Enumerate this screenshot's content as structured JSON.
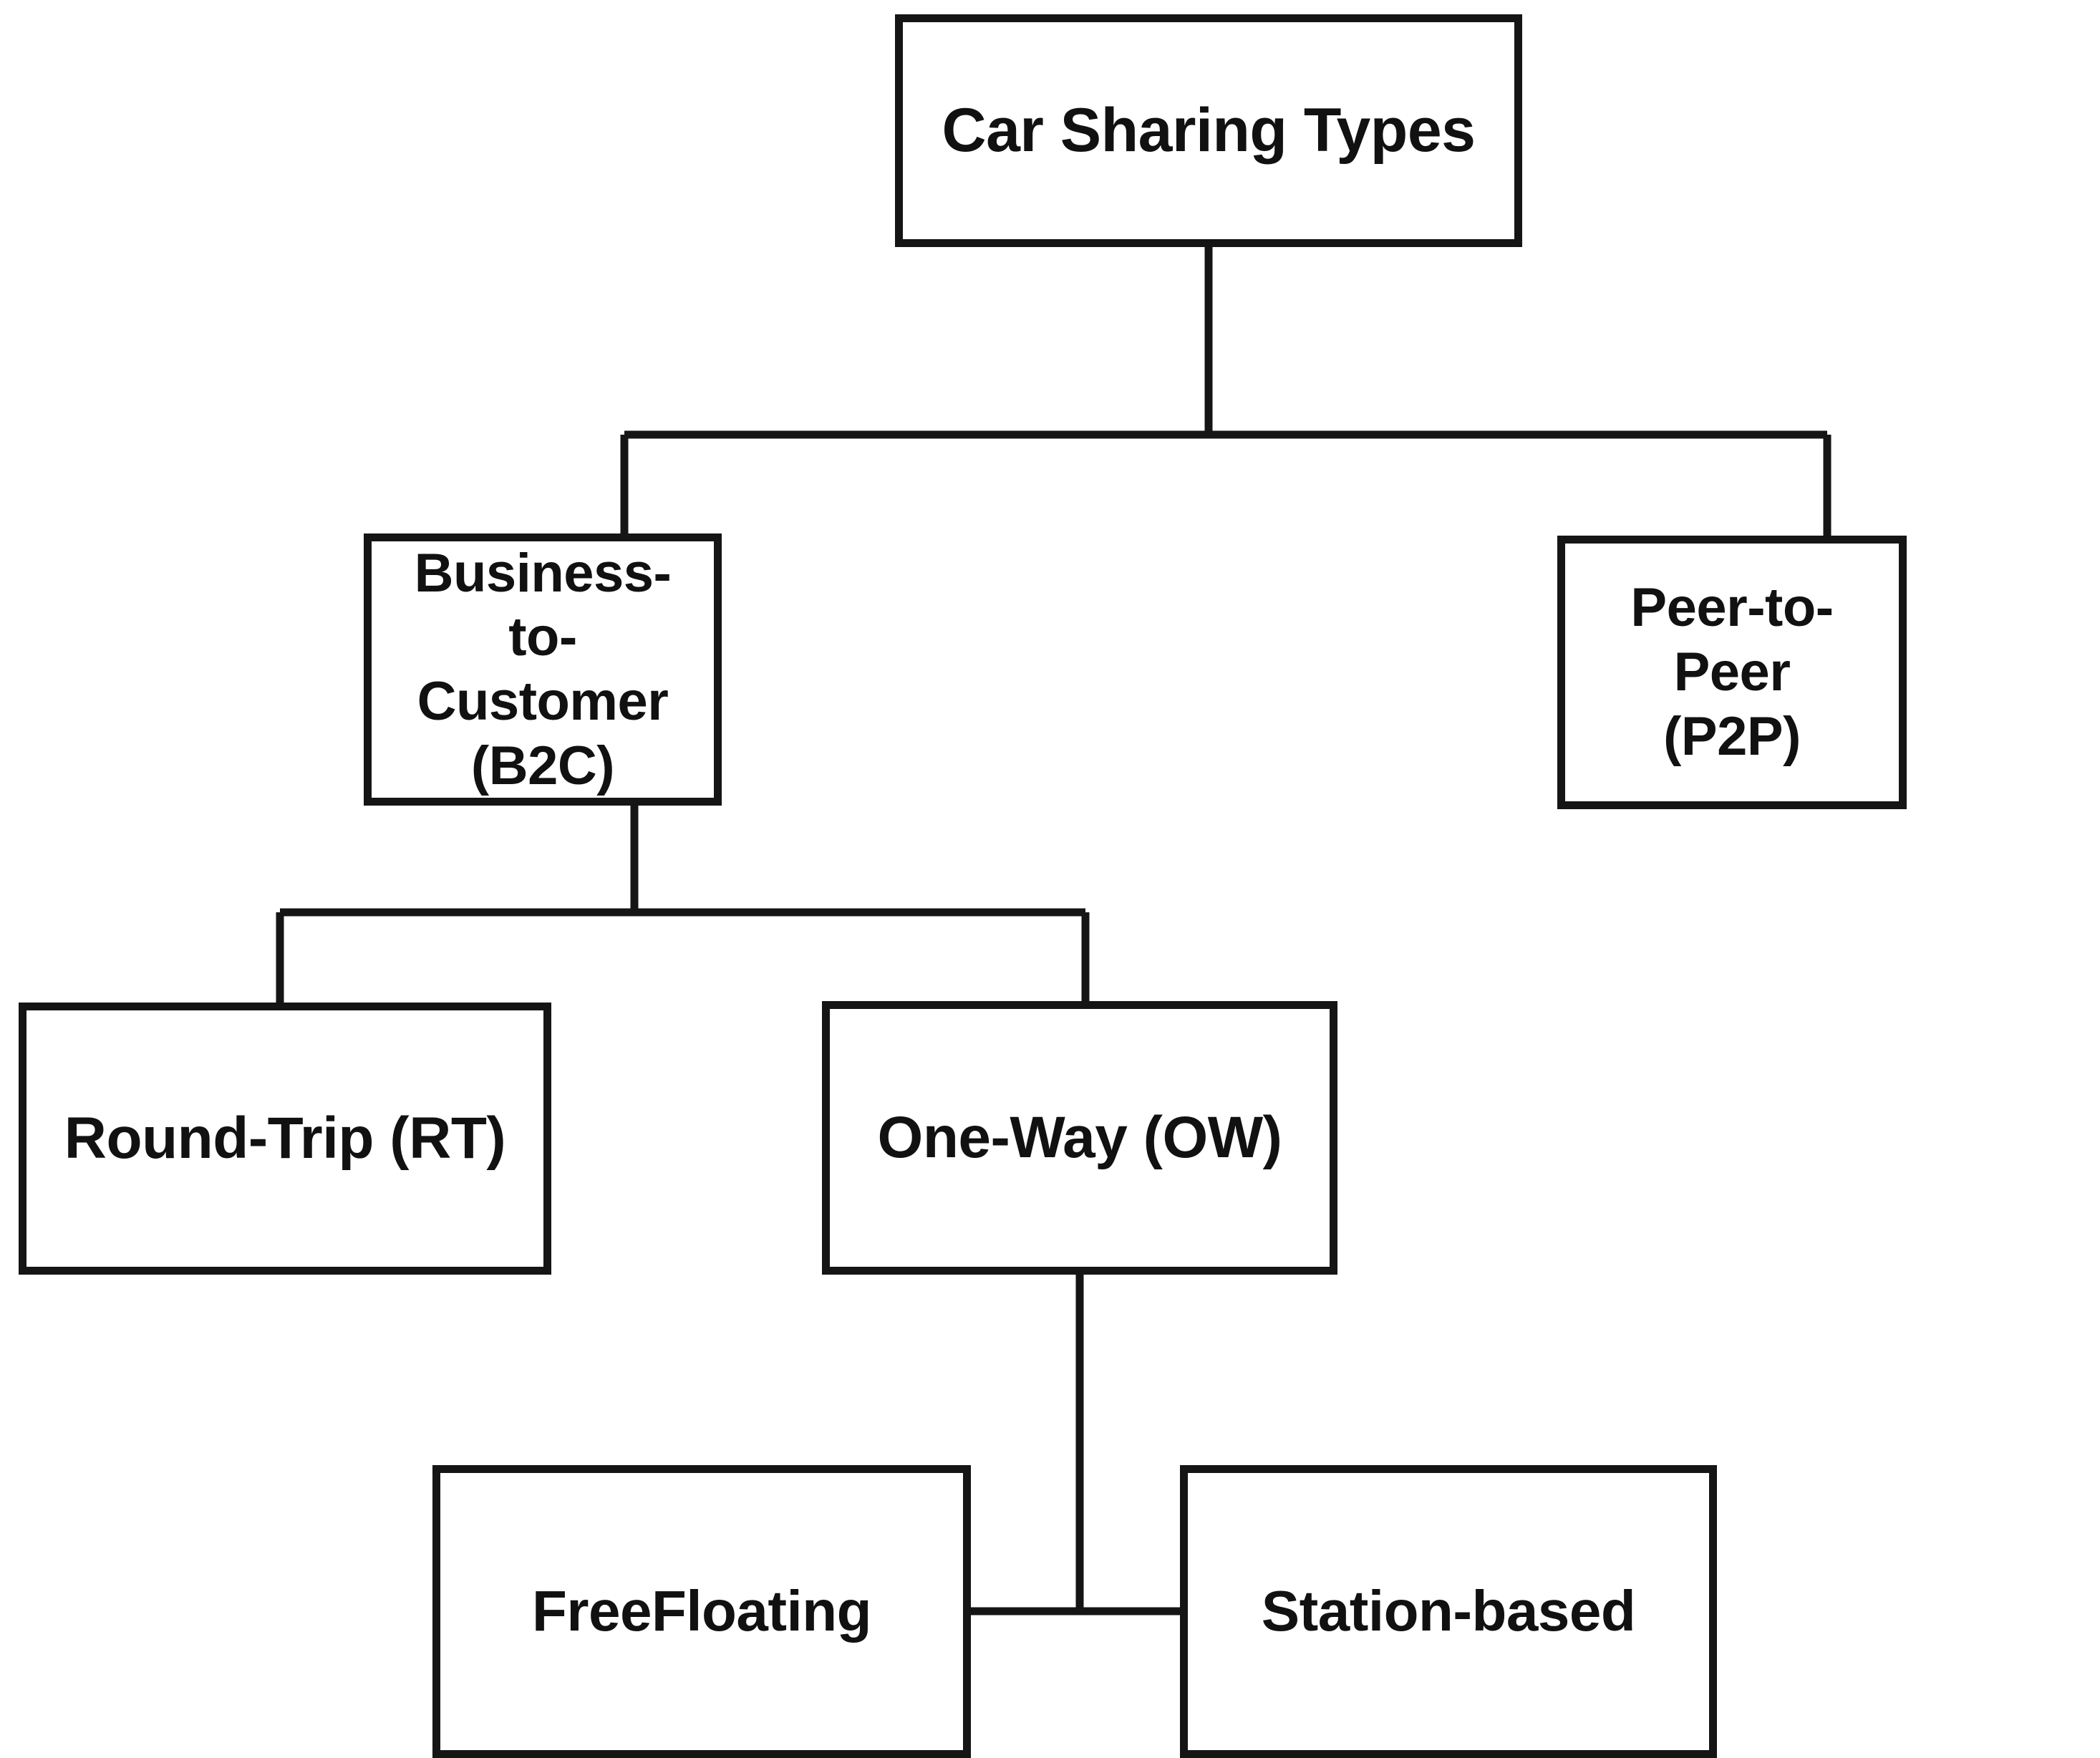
{
  "diagram": {
    "title": "Car Sharing Types",
    "type": "hierarchy-tree",
    "orientation": "top-down",
    "background_color": "#ffffff",
    "line_color": "#151515",
    "node_fill": "#ffffff",
    "node_border_color": "#151515"
  },
  "nodes": {
    "root": {
      "id": "root",
      "label": "Car Sharing Types",
      "level": 0
    },
    "b2c": {
      "id": "b2c",
      "label": "Business-to-\nCustomer (B2C)",
      "level": 1
    },
    "p2p": {
      "id": "p2p",
      "label": "Peer-to-Peer\n(P2P)",
      "level": 1
    },
    "rt": {
      "id": "rt",
      "label": "Round-Trip (RT)",
      "level": 2
    },
    "ow": {
      "id": "ow",
      "label": "One-Way (OW)",
      "level": 2
    },
    "ff": {
      "id": "ff",
      "label": "FreeFloating",
      "level": 3
    },
    "sb": {
      "id": "sb",
      "label": "Station-based",
      "level": 3
    }
  },
  "edges": [
    {
      "from": "root",
      "to": "b2c",
      "style": "orthogonal"
    },
    {
      "from": "root",
      "to": "p2p",
      "style": "orthogonal"
    },
    {
      "from": "b2c",
      "to": "rt",
      "style": "orthogonal"
    },
    {
      "from": "b2c",
      "to": "ow",
      "style": "orthogonal"
    },
    {
      "from": "ow",
      "to": "ff",
      "style": "orthogonal"
    },
    {
      "from": "ow",
      "to": "sb",
      "style": "orthogonal"
    }
  ]
}
